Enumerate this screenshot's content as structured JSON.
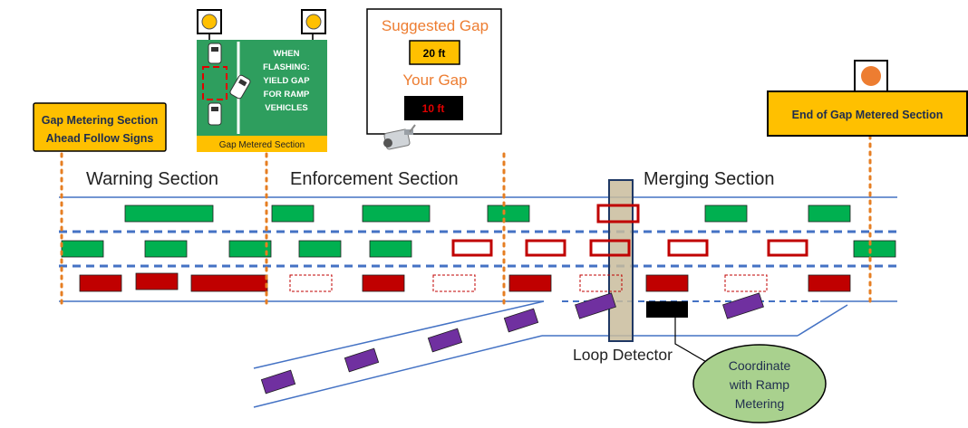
{
  "signs": {
    "gap_metering_ahead": {
      "line1": "Gap Metering Section",
      "line2": "Ahead Follow Signs"
    },
    "yield_sign": {
      "lines": [
        "WHEN",
        "FLASHING:",
        "YIELD GAP",
        "FOR RAMP",
        "VEHICLES"
      ],
      "footer": "Gap Metered Section"
    },
    "gap_display": {
      "suggested_label": "Suggested Gap",
      "suggested_value": "20 ft",
      "your_label": "Your Gap",
      "your_value": "10 ft"
    },
    "end_sign": {
      "text": "End of Gap Metered Section"
    }
  },
  "sections": {
    "warning": "Warning Section",
    "enforcement": "Enforcement Section",
    "merging": "Merging Section"
  },
  "labels": {
    "loop_detector": "Loop Detector",
    "coordinate": [
      "Coordinate",
      "with Ramp",
      "Metering"
    ]
  },
  "colors": {
    "sign_yellow": "#ffc000",
    "highway_green": "#00b050",
    "vehicle_green": "#00b050",
    "vehicle_red": "#c00000",
    "ramp_purple": "#7030a0",
    "divider_orange": "#e67e22",
    "lane_blue": "#4472c4",
    "ellipse_green": "#a9d18e",
    "label_orange": "#ed7d31"
  },
  "icons": [
    "signal-light-icon",
    "camera-icon",
    "car-icon"
  ]
}
